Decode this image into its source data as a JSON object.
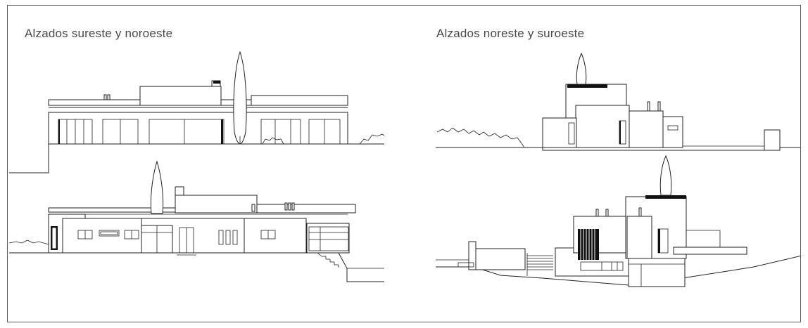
{
  "titles": {
    "left": "Alzados sureste y noroeste",
    "right": "Alzados noreste y suroeste"
  },
  "drawings": [
    {
      "name": "elevation-southeast",
      "panel": "left",
      "position": "top"
    },
    {
      "name": "elevation-northwest",
      "panel": "left",
      "position": "bottom"
    },
    {
      "name": "elevation-northeast",
      "panel": "right",
      "position": "top"
    },
    {
      "name": "elevation-southwest",
      "panel": "right",
      "position": "bottom"
    }
  ]
}
